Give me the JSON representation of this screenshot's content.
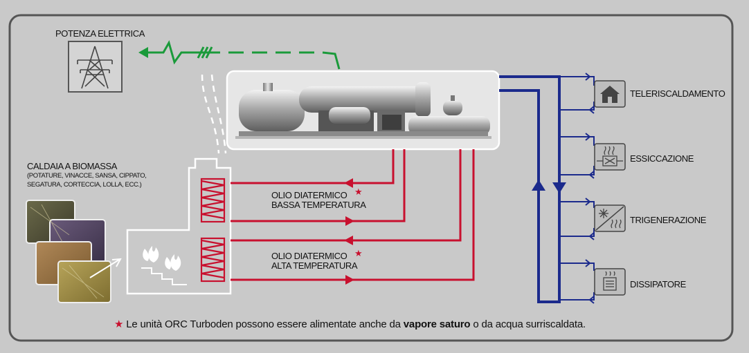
{
  "labels": {
    "power": "POTENZA ELETTRICA",
    "boiler_title": "CALDAIA A BIOMASSA",
    "boiler_detail": "(POTATURE, VINACCE, SANSA, CIPPATO, SEGATURA, CORTECCIA, LOLLA, ECC.)",
    "oil_low_1": "OLIO DIATERMICO",
    "oil_low_2": "BASSA TEMPERATURA",
    "oil_high_1": "OLIO DIATERMICO",
    "oil_high_2": "ALTA TEMPERATURA",
    "star": "★"
  },
  "uses": [
    {
      "label": "TELERISCALDAMENTO",
      "icon": "house-icon"
    },
    {
      "label": "ESSICCAZIONE",
      "icon": "drying-icon"
    },
    {
      "label": "TRIGENERAZIONE",
      "icon": "snowflake-icon"
    },
    {
      "label": "DISSIPATORE",
      "icon": "dissipator-icon"
    }
  ],
  "footnote": {
    "before": "Le unità ORC Turboden possono essere alimentate anche da",
    "bold": "vapore saturo",
    "after": "o da acqua surriscaldata."
  },
  "colors": {
    "electric": "#1a9a3a",
    "oil": "#c8102e",
    "water": "#1b2a8c",
    "background": "#c9c9c9"
  }
}
